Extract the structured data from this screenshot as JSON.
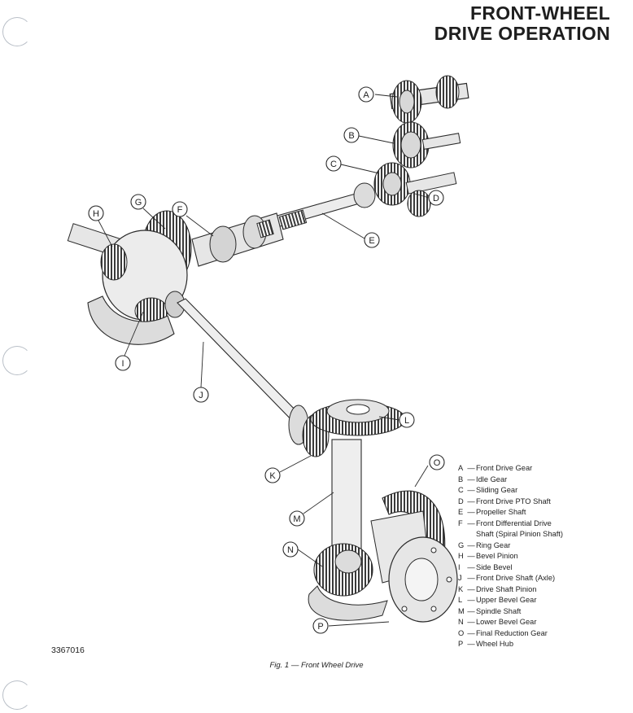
{
  "title": {
    "line1": "FRONT-WHEEL",
    "line2": "DRIVE OPERATION"
  },
  "callouts": [
    "A",
    "B",
    "C",
    "D",
    "E",
    "F",
    "G",
    "H",
    "I",
    "J",
    "K",
    "L",
    "M",
    "N",
    "O",
    "P"
  ],
  "legend": [
    {
      "key": "A",
      "label": "Front Drive Gear"
    },
    {
      "key": "B",
      "label": "Idle Gear"
    },
    {
      "key": "C",
      "label": "Sliding Gear"
    },
    {
      "key": "D",
      "label": "Front Drive PTO Shaft"
    },
    {
      "key": "E",
      "label": "Propeller Shaft"
    },
    {
      "key": "F",
      "label": "Front Differential Drive",
      "label_cont": "Shaft (Spiral Pinion Shaft)"
    },
    {
      "key": "G",
      "label": "Ring Gear"
    },
    {
      "key": "H",
      "label": "Bevel Pinion"
    },
    {
      "key": "I",
      "label": "Side Bevel"
    },
    {
      "key": "J",
      "label": "Front Drive Shaft (Axle)"
    },
    {
      "key": "K",
      "label": "Drive Shaft Pinion"
    },
    {
      "key": "L",
      "label": "Upper Bevel Gear"
    },
    {
      "key": "M",
      "label": "Spindle Shaft"
    },
    {
      "key": "N",
      "label": "Lower Bevel Gear"
    },
    {
      "key": "O",
      "label": "Final Reduction Gear"
    },
    {
      "key": "P",
      "label": "Wheel Hub"
    }
  ],
  "part_number": "3367016",
  "caption": "Fig. 1 — Front Wheel Drive",
  "legend_separator": "—",
  "colors": {
    "ink": "#2a2a2a",
    "shade": "#9a9a9a",
    "punch_hole": "#b9bfc7"
  }
}
